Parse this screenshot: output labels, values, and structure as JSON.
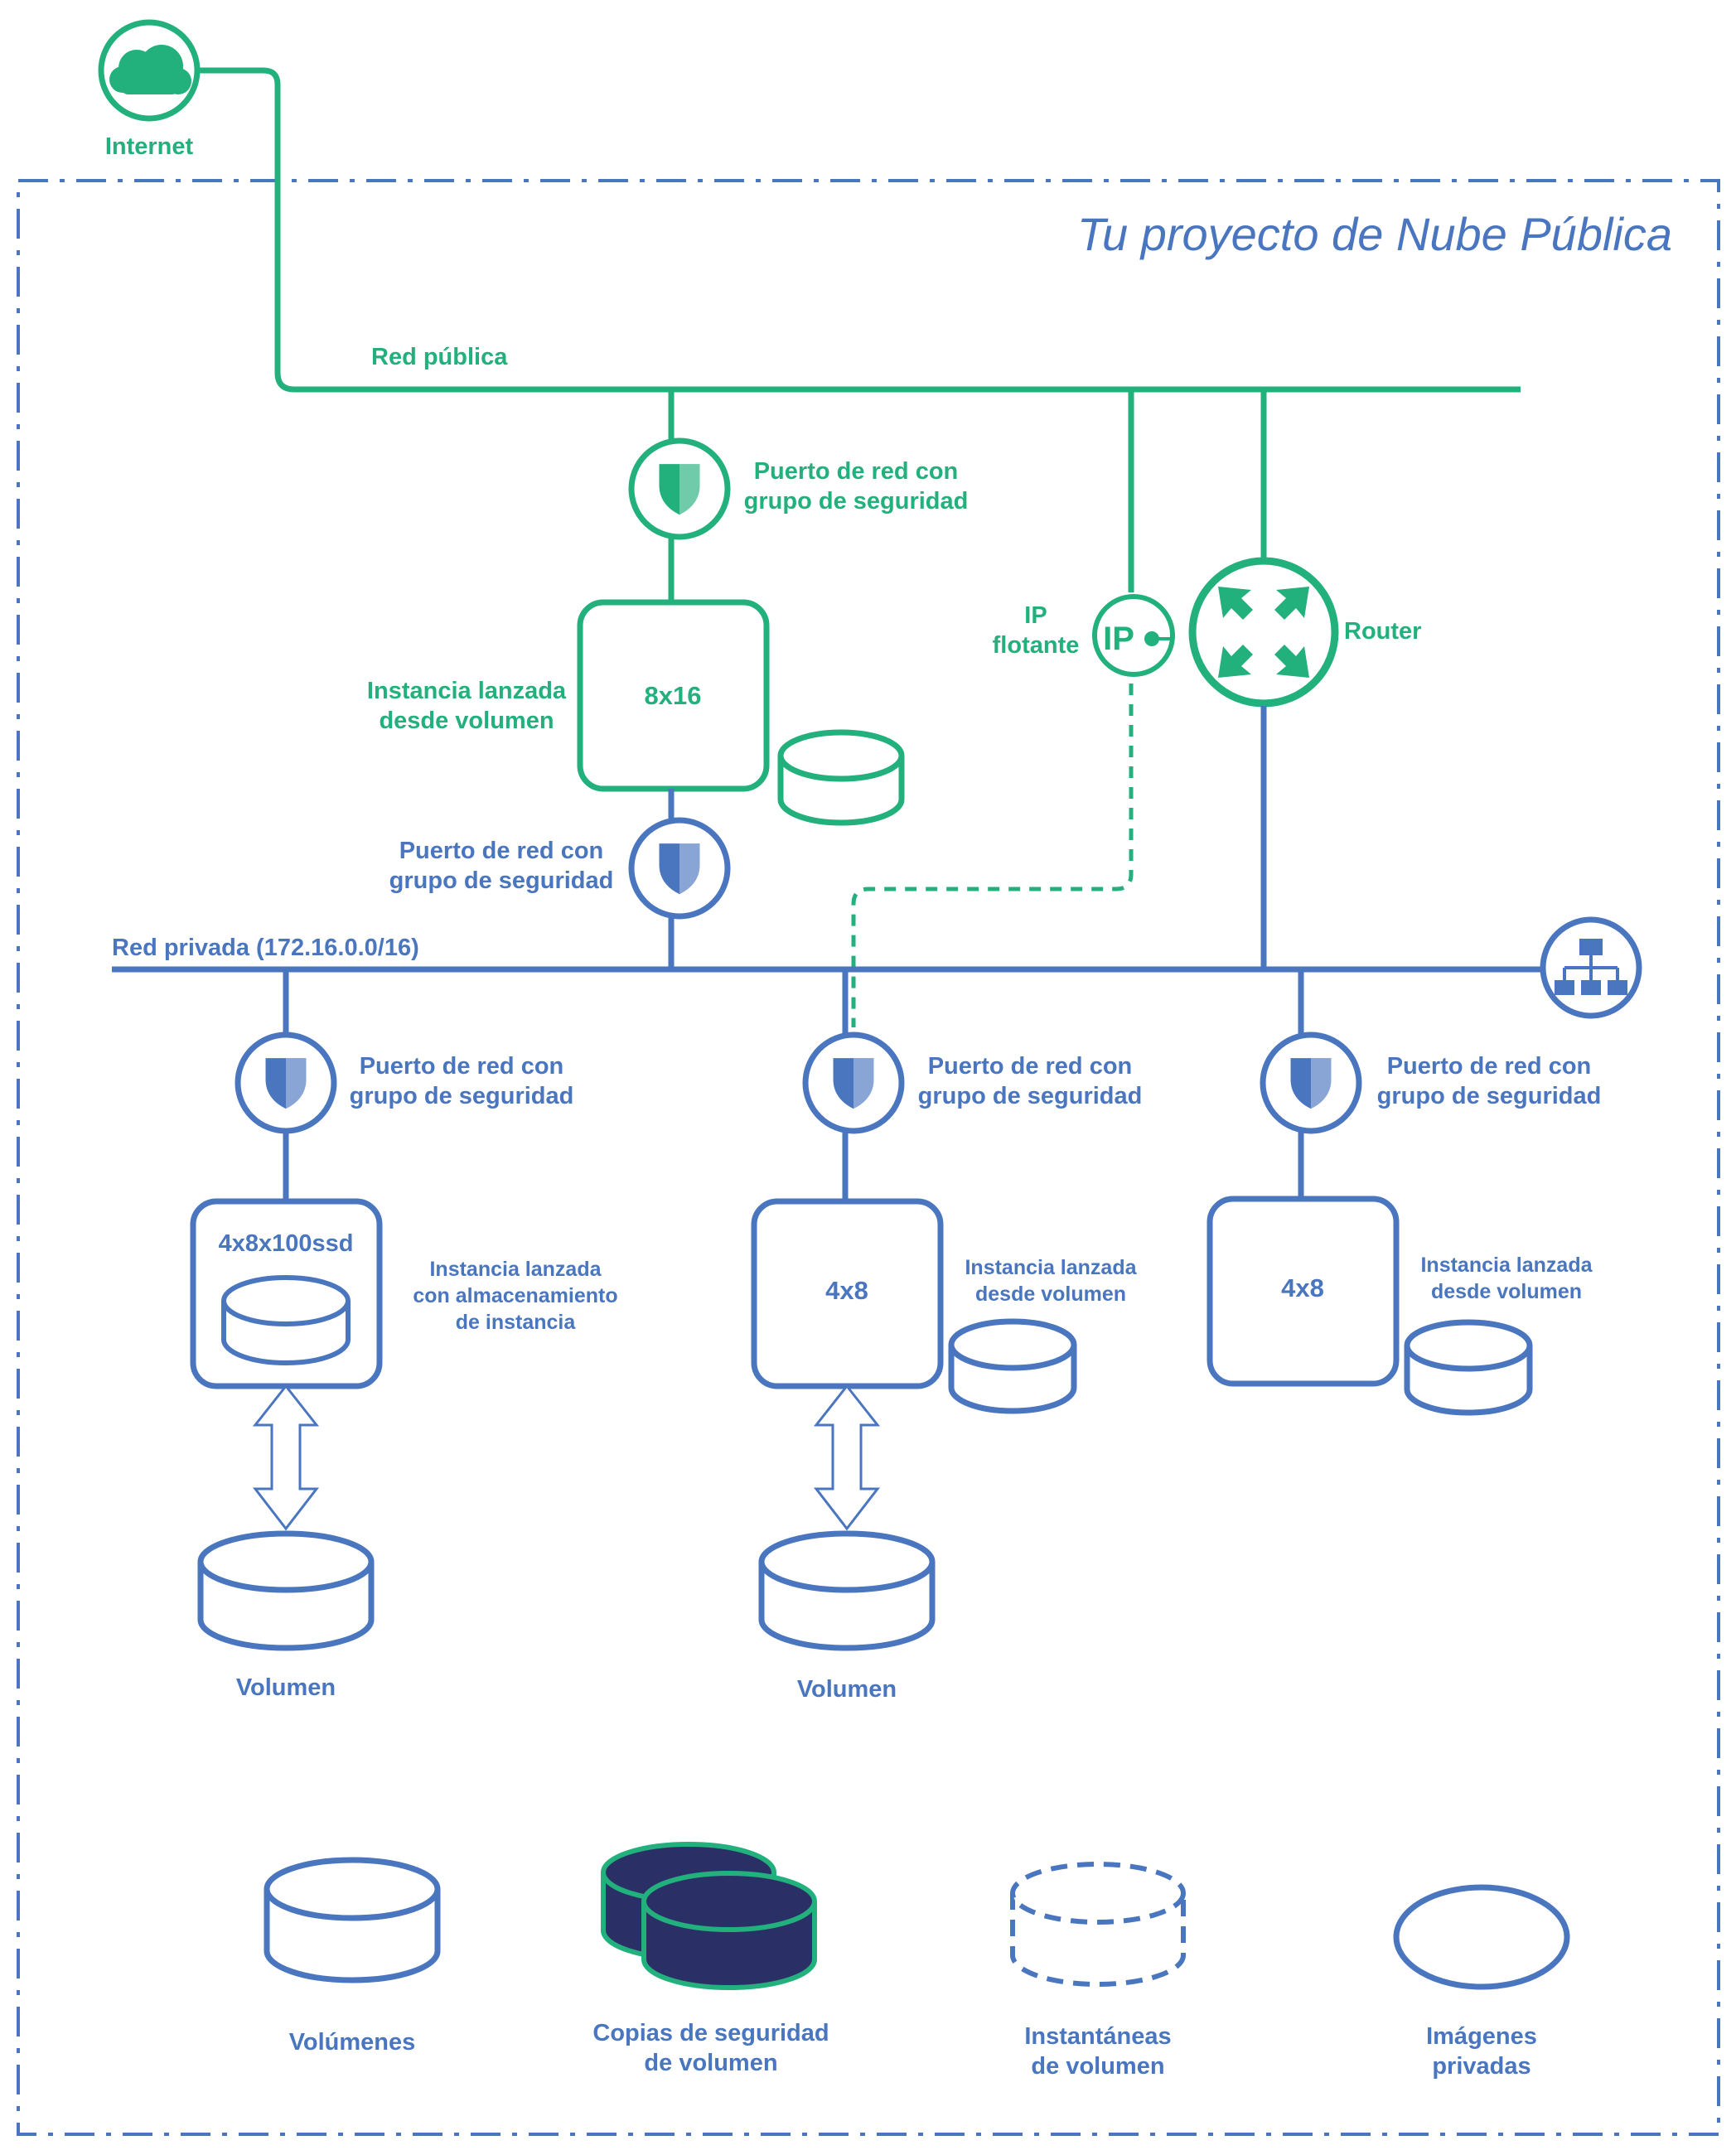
{
  "title": "Tu proyecto de Nube Pública",
  "colors": {
    "green": "#22b07d",
    "blue": "#4a76bf",
    "navy": "#2a2f66"
  },
  "internet": {
    "label": "Internet",
    "icon": "cloud-icon"
  },
  "public_network": {
    "label": "Red pública"
  },
  "private_network": {
    "label": "Red privada (172.16.0.0/16)",
    "icon": "network-topology-icon"
  },
  "port_label": {
    "line1": "Puerto de red con",
    "line2": "grupo de seguridad"
  },
  "floating_ip": {
    "line1": "IP",
    "line2": "flotante",
    "icon_text": "IP"
  },
  "router": {
    "label": "Router",
    "icon": "router-icon"
  },
  "instances": {
    "main": {
      "size": "8x16",
      "desc1": "Instancia lanzada",
      "desc2": "desde volumen"
    },
    "left": {
      "size": "4x8x100ssd",
      "desc1": "Instancia lanzada",
      "desc2": "con almacenamiento",
      "desc3": "de instancia"
    },
    "middle": {
      "size": "4x8",
      "desc1": "Instancia lanzada",
      "desc2": "desde volumen"
    },
    "right": {
      "size": "4x8",
      "desc1": "Instancia lanzada",
      "desc2": "desde volumen"
    }
  },
  "volume_label": "Volumen",
  "legend": {
    "volumes": "Volúmenes",
    "backups": {
      "line1": "Copias de seguridad",
      "line2": "de volumen"
    },
    "snapshots": {
      "line1": "Instantáneas",
      "line2": "de volumen"
    },
    "images": {
      "line1": "Imágenes",
      "line2": "privadas"
    }
  }
}
